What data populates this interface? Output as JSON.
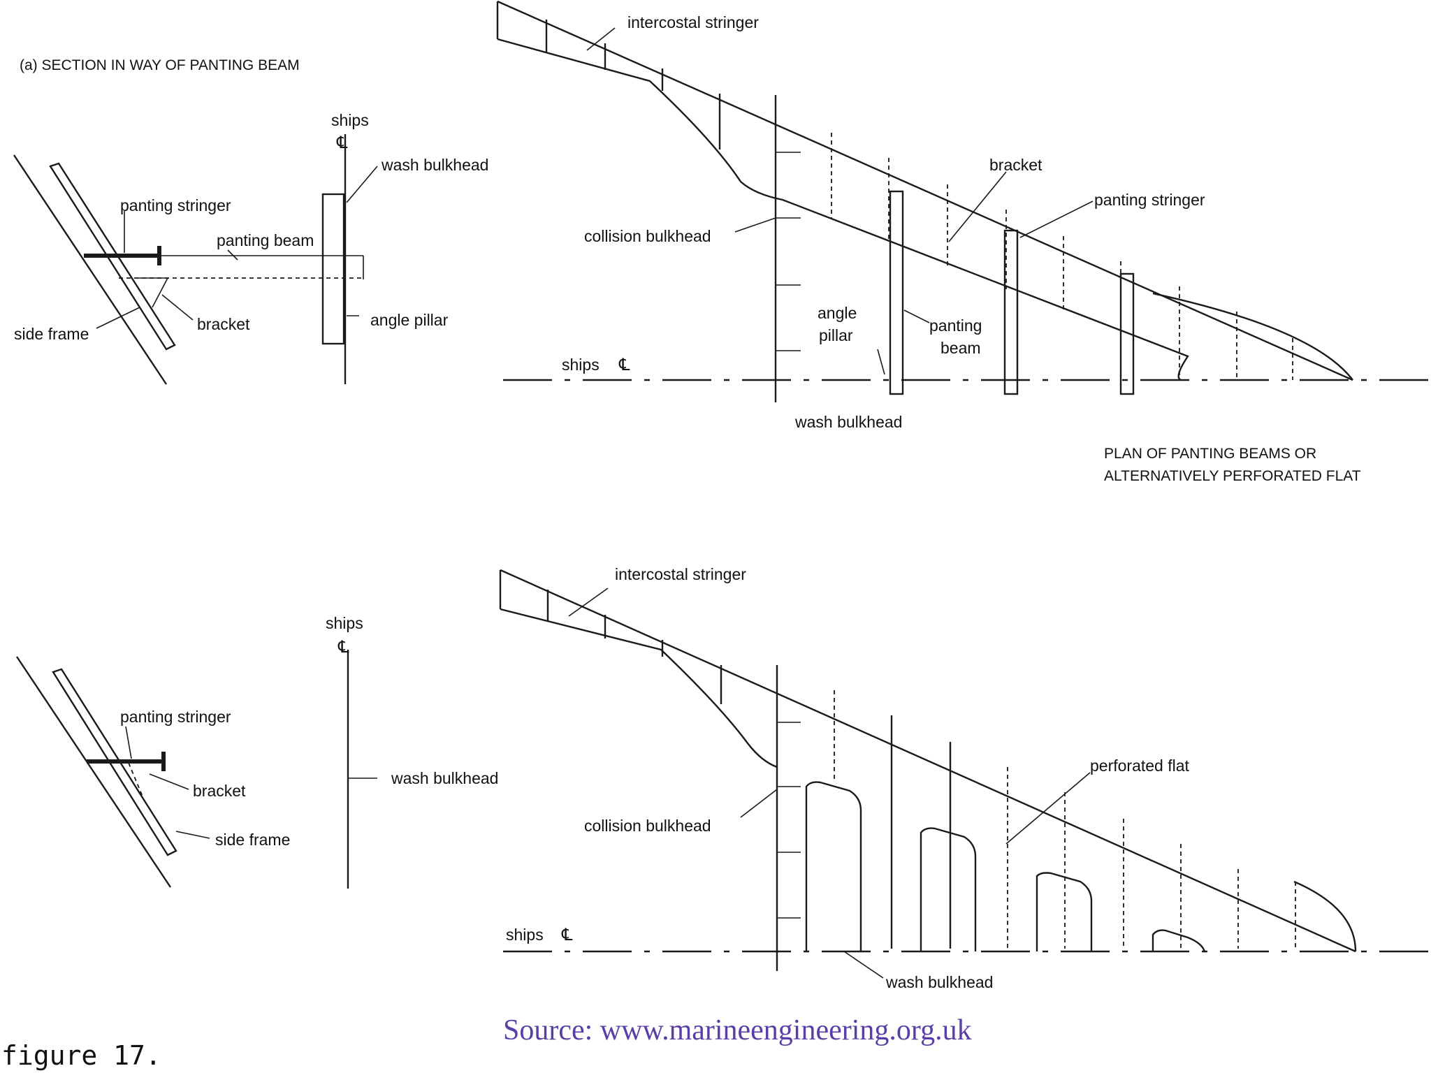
{
  "section_a": {
    "title": "(a) SECTION IN WAY OF PANTING BEAM",
    "ships_label": "ships",
    "centerline_symbol": "℄",
    "wash_bulkhead": "wash bulkhead",
    "panting_stringer": "panting stringer",
    "panting_beam": "panting beam",
    "side_frame": "side frame",
    "bracket": "bracket",
    "angle_pillar": "angle pillar"
  },
  "plan_top": {
    "intercostal_stringer": "intercostal stringer",
    "bracket": "bracket",
    "panting_stringer": "panting stringer",
    "collision_bulkhead": "collision bulkhead",
    "angle_pillar_line1": "angle",
    "angle_pillar_line2": "pillar",
    "panting_beam_line1": "panting",
    "panting_beam_line2": "beam",
    "ships_label": "ships",
    "centerline_symbol": "℄",
    "wash_bulkhead": "wash bulkhead",
    "caption_line1": "PLAN OF PANTING BEAMS OR",
    "caption_line2": "ALTERNATIVELY PERFORATED FLAT"
  },
  "section_b": {
    "ships_label": "ships",
    "centerline_symbol": "℄",
    "panting_stringer": "panting stringer",
    "bracket": "bracket",
    "side_frame": "side frame",
    "wash_bulkhead": "wash bulkhead"
  },
  "plan_bottom": {
    "intercostal_stringer": "intercostal stringer",
    "perforated_flat": "perforated flat",
    "collision_bulkhead": "collision bulkhead",
    "ships_label": "ships",
    "centerline_symbol": "℄",
    "wash_bulkhead": "wash bulkhead"
  },
  "source": "Source: www.marineengineering.org.uk",
  "figure_label": "figure 17."
}
